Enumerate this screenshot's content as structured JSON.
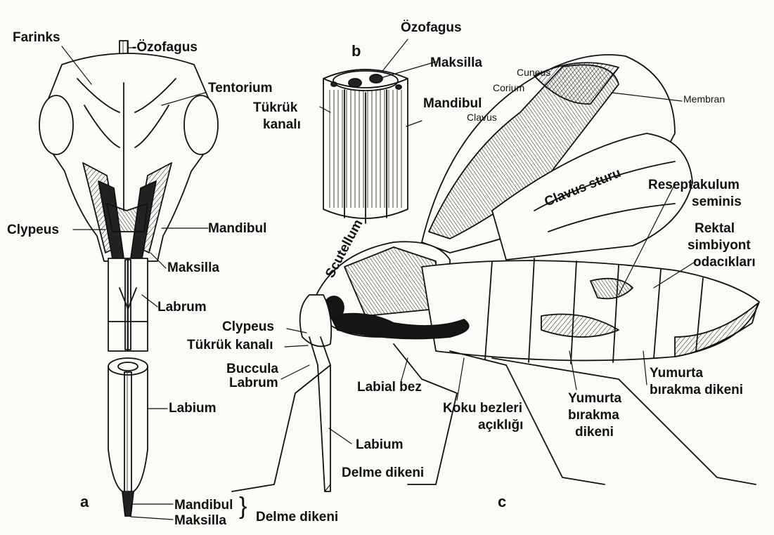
{
  "figure": {
    "panel_a": {
      "letter": "a",
      "farinks": "Farinks",
      "ozofagus": "-Özofagus",
      "tentorium": "Tentorium",
      "clypeus": "Clypeus",
      "mandibul": "Mandibul",
      "maksilla": "Maksilla",
      "labrum": "Labrum",
      "labium": "Labium",
      "mandibul_tip": "Mandibul",
      "maksilla_tip": "Maksilla",
      "delme_dikeni": "Delme dikeni"
    },
    "panel_b": {
      "letter": "b",
      "ozofagus": "Özofagus",
      "maksilla": "Maksilla",
      "mandibul": "Mandibul",
      "tukruk_kanali_1": "Tükrük",
      "tukruk_kanali_2": "kanalı"
    },
    "panel_c": {
      "letter": "c",
      "cuneus": "Cuneus",
      "corium": "Corium",
      "membran": "Membran",
      "clavus": "Clavus",
      "clavus_sturu": "Clavus sturu",
      "reseptakulum_1": "Reseptakulum",
      "reseptakulum_2": "seminis",
      "rektal_1": "Rektal",
      "rektal_2": "simbiyont",
      "rektal_3": "odacıkları",
      "scutellum": "Scutellum",
      "clypeus": "Clypeus",
      "tukruk_kanali": "Tükrük kanalı",
      "buccula": "Buccula",
      "labrum": "Labrum",
      "labial_bez": "Labial bez",
      "koku_1": "Koku bezleri",
      "koku_2": "açıklığı",
      "yumurta_a1": "Yumurta",
      "yumurta_a2": "bırakma",
      "yumurta_a3": "dikeni",
      "yumurta_b1": "Yumurta",
      "yumurta_b2": "bırakma dikeni",
      "labium": "Labium",
      "delme_dikeni": "Delme dikeni"
    }
  },
  "colors": {
    "ink": "#111111",
    "paper": "#fbfbf8"
  }
}
